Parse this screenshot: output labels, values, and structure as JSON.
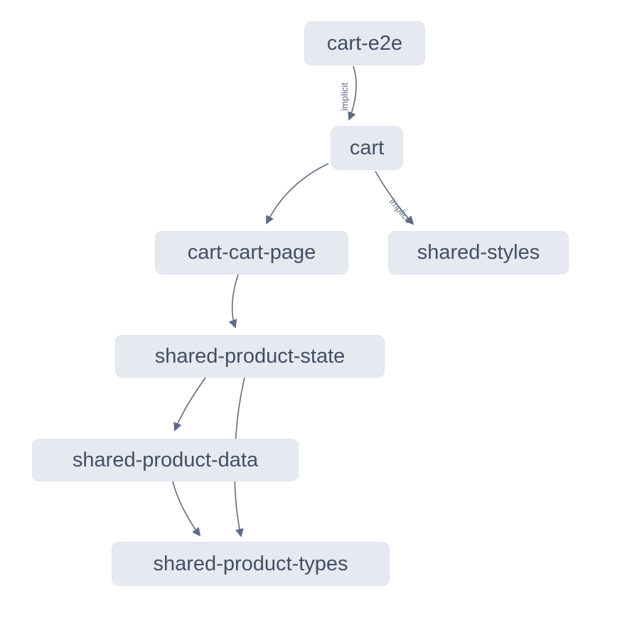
{
  "diagram": {
    "kind": "project-dependency-graph",
    "background": "#ffffff",
    "colors": {
      "node_fill": "#e6e9f0",
      "node_border": "#e0e3eb",
      "node_text": "#444e63",
      "edge_stroke": "#5e6a84",
      "edge_label": "#5e6a84"
    },
    "nodes": [
      {
        "id": "cart-e2e",
        "label": "cart-e2e"
      },
      {
        "id": "cart",
        "label": "cart"
      },
      {
        "id": "cart-cart-page",
        "label": "cart-cart-page"
      },
      {
        "id": "shared-styles",
        "label": "shared-styles"
      },
      {
        "id": "shared-product-state",
        "label": "shared-product-state"
      },
      {
        "id": "shared-product-data",
        "label": "shared-product-data"
      },
      {
        "id": "shared-product-types",
        "label": "shared-product-types"
      }
    ],
    "edges": [
      {
        "from": "cart-e2e",
        "to": "cart",
        "label": "implicit"
      },
      {
        "from": "cart",
        "to": "cart-cart-page",
        "label": ""
      },
      {
        "from": "cart",
        "to": "shared-styles",
        "label": "implicit"
      },
      {
        "from": "cart-cart-page",
        "to": "shared-product-state",
        "label": ""
      },
      {
        "from": "shared-product-state",
        "to": "shared-product-data",
        "label": ""
      },
      {
        "from": "shared-product-state",
        "to": "shared-product-types",
        "label": ""
      },
      {
        "from": "shared-product-data",
        "to": "shared-product-types",
        "label": ""
      }
    ]
  }
}
